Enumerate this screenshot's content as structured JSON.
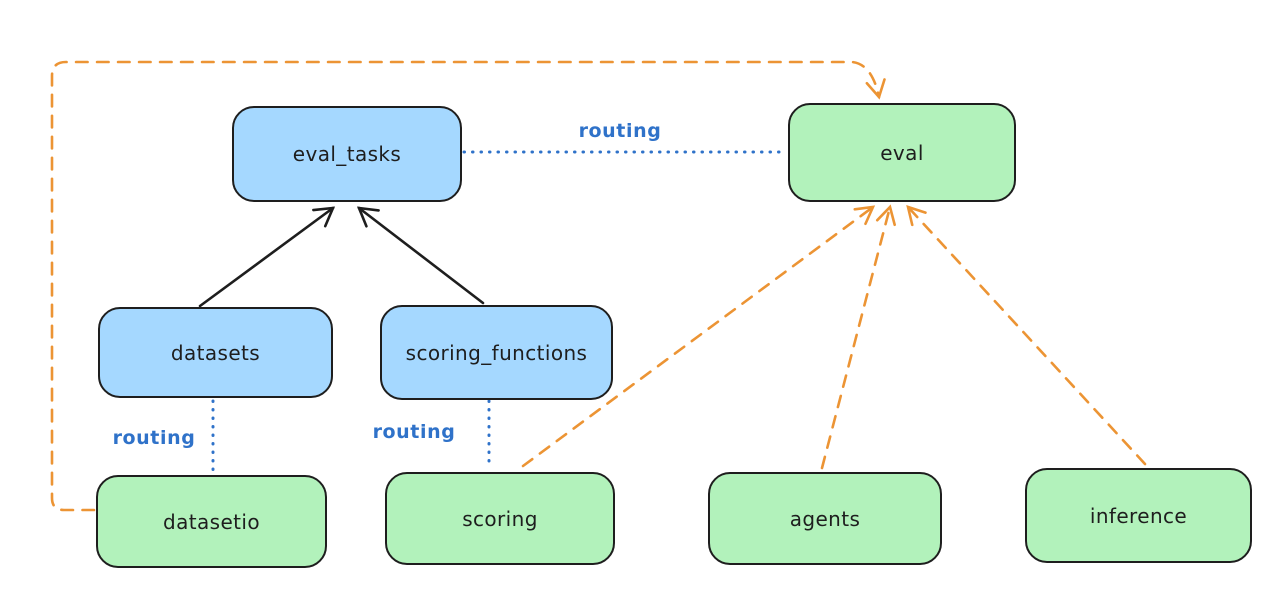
{
  "diagram": {
    "nodes": [
      {
        "id": "eval_tasks",
        "label": "eval_tasks",
        "kind": "blue"
      },
      {
        "id": "eval",
        "label": "eval",
        "kind": "green"
      },
      {
        "id": "datasets",
        "label": "datasets",
        "kind": "blue"
      },
      {
        "id": "scoring_functions",
        "label": "scoring_functions",
        "kind": "blue"
      },
      {
        "id": "datasetio",
        "label": "datasetio",
        "kind": "green"
      },
      {
        "id": "scoring",
        "label": "scoring",
        "kind": "green"
      },
      {
        "id": "agents",
        "label": "agents",
        "kind": "green"
      },
      {
        "id": "inference",
        "label": "inference",
        "kind": "green"
      }
    ],
    "edge_labels": [
      {
        "id": "routing-eval_tasks-eval",
        "text": "routing"
      },
      {
        "id": "routing-datasets-datasetio",
        "text": "routing"
      },
      {
        "id": "routing-scoring_functions-scoring",
        "text": "routing"
      }
    ],
    "edges": [
      {
        "from": "datasets",
        "to": "eval_tasks",
        "style": "solid-black-arrow"
      },
      {
        "from": "scoring_functions",
        "to": "eval_tasks",
        "style": "solid-black-arrow"
      },
      {
        "from": "eval_tasks",
        "to": "eval",
        "style": "blue-dotted",
        "label": "routing"
      },
      {
        "from": "datasets",
        "to": "datasetio",
        "style": "blue-dotted",
        "label": "routing"
      },
      {
        "from": "scoring_functions",
        "to": "scoring",
        "style": "blue-dotted",
        "label": "routing"
      },
      {
        "from": "datasetio",
        "to": "eval",
        "style": "orange-dashed-arrow",
        "route": "loop-around-top-left"
      },
      {
        "from": "scoring",
        "to": "eval",
        "style": "orange-dashed-arrow"
      },
      {
        "from": "agents",
        "to": "eval",
        "style": "orange-dashed-arrow"
      },
      {
        "from": "inference",
        "to": "eval",
        "style": "orange-dashed-arrow"
      }
    ],
    "colors": {
      "node_blue_fill": "#a5d8ff",
      "node_green_fill": "#b2f2bb",
      "node_stroke": "#1e1e1e",
      "routing_blue": "#2f72c9",
      "dependency_orange": "#ec9434",
      "background": "#ffffff"
    }
  }
}
